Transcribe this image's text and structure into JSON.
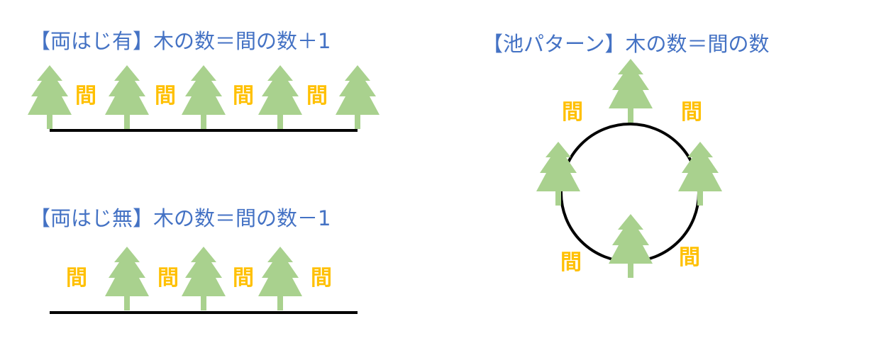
{
  "headings": {
    "both_ends": "【両はじ有】木の数＝間の数＋1",
    "no_ends": "【両はじ無】木の数＝間の数－1",
    "pond": "【池パターン】木の数＝間の数"
  },
  "gap_label": "間",
  "colors": {
    "heading": "#4472c4",
    "gap": "#ffc000",
    "tree": "#a9d18e",
    "line": "#000000"
  },
  "icons": {
    "tree": "tree-icon"
  }
}
